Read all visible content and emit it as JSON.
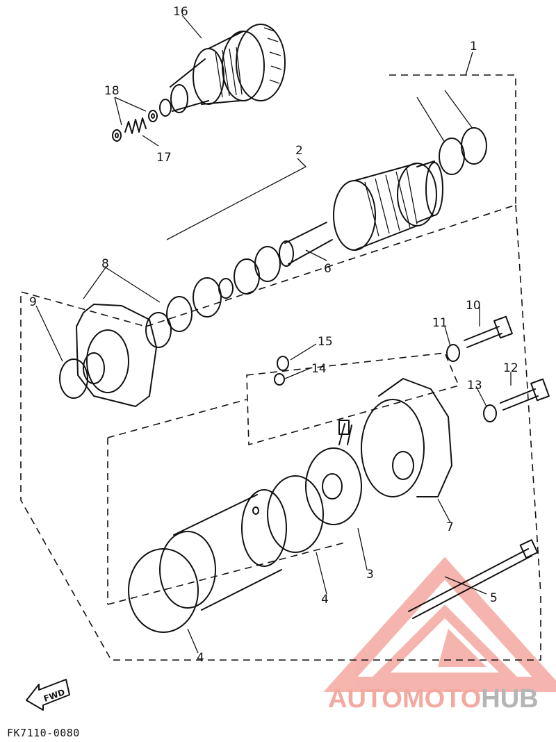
{
  "diagram": {
    "catalog_code": "FK7110-0080",
    "fwd_label": "FWD",
    "callouts": [
      {
        "id": "c1",
        "label": "1"
      },
      {
        "id": "c2",
        "label": "2"
      },
      {
        "id": "c3",
        "label": "3"
      },
      {
        "id": "c4a",
        "label": "4"
      },
      {
        "id": "c4b",
        "label": "4"
      },
      {
        "id": "c5",
        "label": "5"
      },
      {
        "id": "c6",
        "label": "6"
      },
      {
        "id": "c7",
        "label": "7"
      },
      {
        "id": "c8",
        "label": "8"
      },
      {
        "id": "c9",
        "label": "9"
      },
      {
        "id": "c10",
        "label": "10"
      },
      {
        "id": "c11",
        "label": "11"
      },
      {
        "id": "c12",
        "label": "12"
      },
      {
        "id": "c13",
        "label": "13"
      },
      {
        "id": "c14",
        "label": "14"
      },
      {
        "id": "c15",
        "label": "15"
      },
      {
        "id": "c16",
        "label": "16"
      },
      {
        "id": "c17",
        "label": "17"
      },
      {
        "id": "c18",
        "label": "18"
      }
    ]
  },
  "watermark": {
    "part1": "AUTOMOTO",
    "part2": "HUB",
    "color_primary": "#f4a9a0",
    "color_secondary": "#b5b5b5"
  }
}
